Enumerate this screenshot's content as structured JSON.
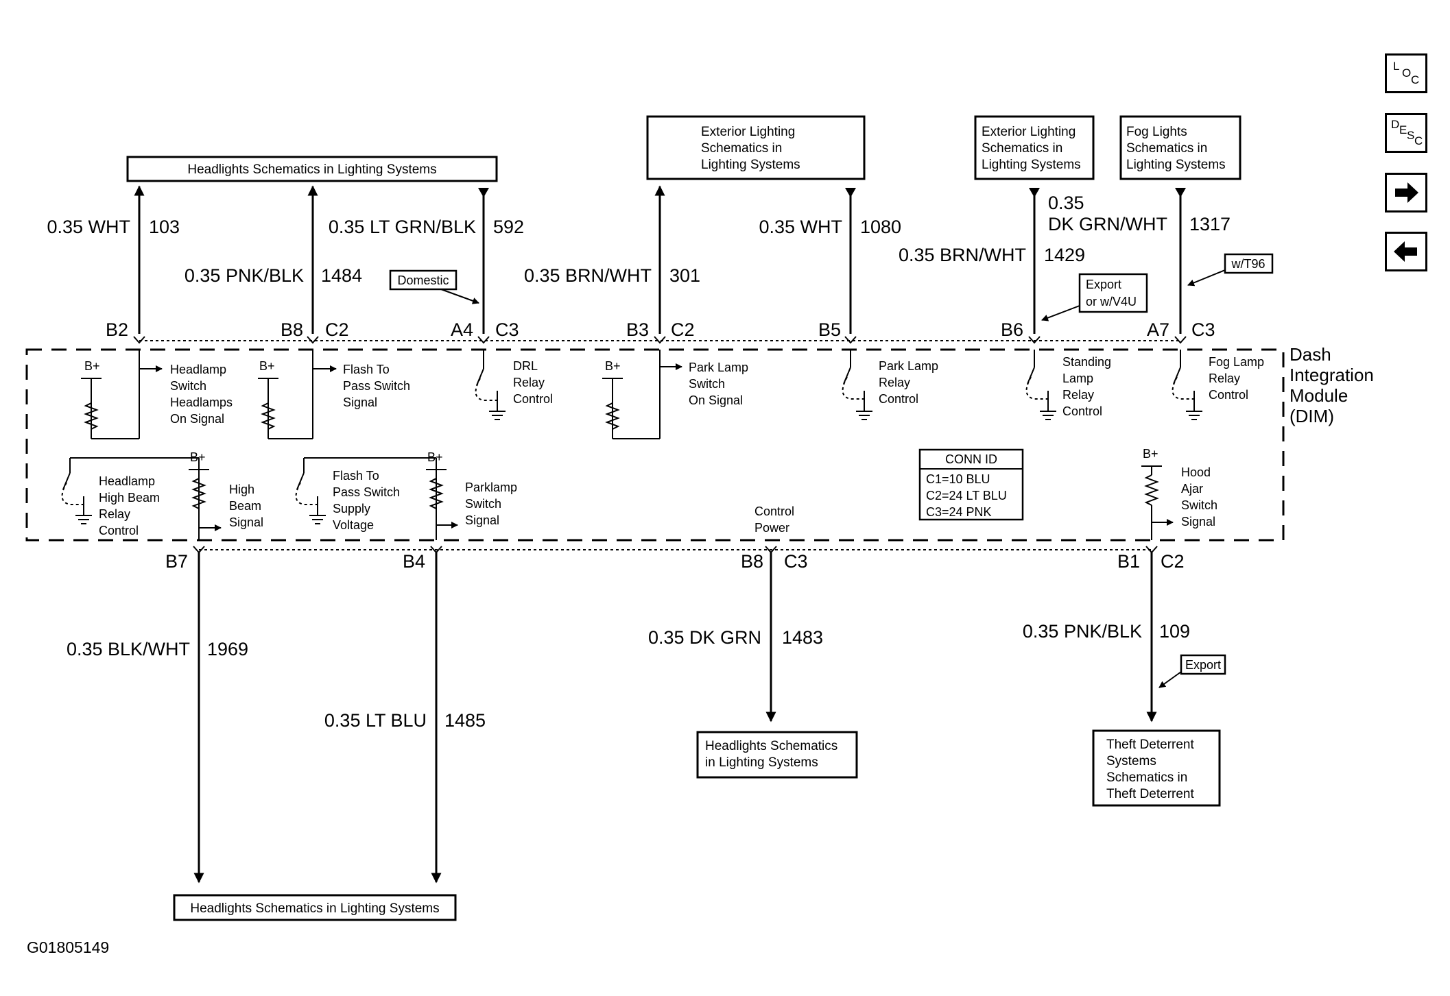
{
  "top_boxes": {
    "headlights_top": "Headlights Schematics in Lighting Systems",
    "ext_a": [
      "Exterior Lighting",
      "Schematics in",
      "Lighting Systems"
    ],
    "ext_b": [
      "Exterior Lighting",
      "Schematics in",
      "Lighting Systems"
    ],
    "fog": [
      "Fog Lights",
      "Schematics in",
      "Lighting Systems"
    ]
  },
  "bottom_boxes": {
    "headlights_bottom_left": "Headlights Schematics in Lighting Systems",
    "headlights_bottom_mid": [
      "Headlights Schematics",
      "in Lighting Systems"
    ],
    "theft": [
      "Theft Deterrent",
      "Systems",
      "Schematics in",
      "Theft Deterrent"
    ]
  },
  "wires": {
    "w103": {
      "gauge_color": "0.35 WHT",
      "circuit": "103"
    },
    "w1484": {
      "gauge_color": "0.35 PNK/BLK",
      "circuit": "1484"
    },
    "w592": {
      "gauge_color": "0.35 LT GRN/BLK",
      "circuit": "592"
    },
    "w301": {
      "gauge_color": "0.35 BRN/WHT",
      "circuit": "301"
    },
    "w1080": {
      "gauge_color": "0.35 WHT",
      "circuit": "1080"
    },
    "w1429": {
      "gauge_color": "0.35 BRN/WHT",
      "circuit": "1429"
    },
    "w1317": {
      "gauge_line1": "0.35",
      "gauge_line2": "DK GRN/WHT",
      "circuit": "1317"
    },
    "w1969": {
      "gauge_color": "0.35 BLK/WHT",
      "circuit": "1969"
    },
    "w1485": {
      "gauge_color": "0.35 LT BLU",
      "circuit": "1485"
    },
    "w1483": {
      "gauge_color": "0.35 DK GRN",
      "circuit": "1483"
    },
    "w109": {
      "gauge_color": "0.35 PNK/BLK",
      "circuit": "109"
    }
  },
  "options": {
    "domestic": "Domestic",
    "export_v4u": [
      "Export",
      "or w/V4U"
    ],
    "t96": "w/T96",
    "export": "Export"
  },
  "pins_top": [
    "B2",
    "B8",
    "C2",
    "A4",
    "C3",
    "B3",
    "C2",
    "B5",
    "B6",
    "A7",
    "C3"
  ],
  "pins_bottom": [
    "B7",
    "B4",
    "B8",
    "C3",
    "B1",
    "C2"
  ],
  "signals": {
    "headlamp_switch": [
      "Headlamp",
      "Switch",
      "Headlamps",
      "On Signal"
    ],
    "flash_to_pass_signal": [
      "Flash To",
      "Pass Switch",
      "Signal"
    ],
    "drl": [
      "DRL",
      "Relay",
      "Control"
    ],
    "park_lamp_switch": [
      "Park Lamp",
      "Switch",
      "On Signal"
    ],
    "park_lamp_relay": [
      "Park Lamp",
      "Relay",
      "Control"
    ],
    "standing_lamp": [
      "Standing",
      "Lamp",
      "Relay",
      "Control"
    ],
    "fog_lamp": [
      "Fog Lamp",
      "Relay",
      "Control"
    ],
    "high_beam_relay": [
      "Headlamp",
      "High Beam",
      "Relay",
      "Control"
    ],
    "high_beam_signal": [
      "High",
      "Beam",
      "Signal"
    ],
    "flash_supply": [
      "Flash To",
      "Pass Switch",
      "Supply",
      "Voltage"
    ],
    "parklamp_switch": [
      "Parklamp",
      "Switch",
      "Signal"
    ],
    "control_power": [
      "Control",
      "Power"
    ],
    "hood_ajar": [
      "Hood",
      "Ajar",
      "Switch",
      "Signal"
    ]
  },
  "bplus": "B+",
  "module_name": [
    "Dash",
    "Integration",
    "Module",
    "(DIM)"
  ],
  "conn_id": {
    "title": "CONN ID",
    "rows": [
      "C1=10 BLU",
      "C2=24 LT BLU",
      "C3=24 PNK"
    ]
  },
  "figure_id": "G01805149",
  "nav": {
    "loc": [
      "L",
      "O",
      "C"
    ],
    "desc": [
      "D",
      "E",
      "S",
      "C"
    ],
    "next_icon": "arrow-right-icon",
    "prev_icon": "arrow-left-icon"
  }
}
